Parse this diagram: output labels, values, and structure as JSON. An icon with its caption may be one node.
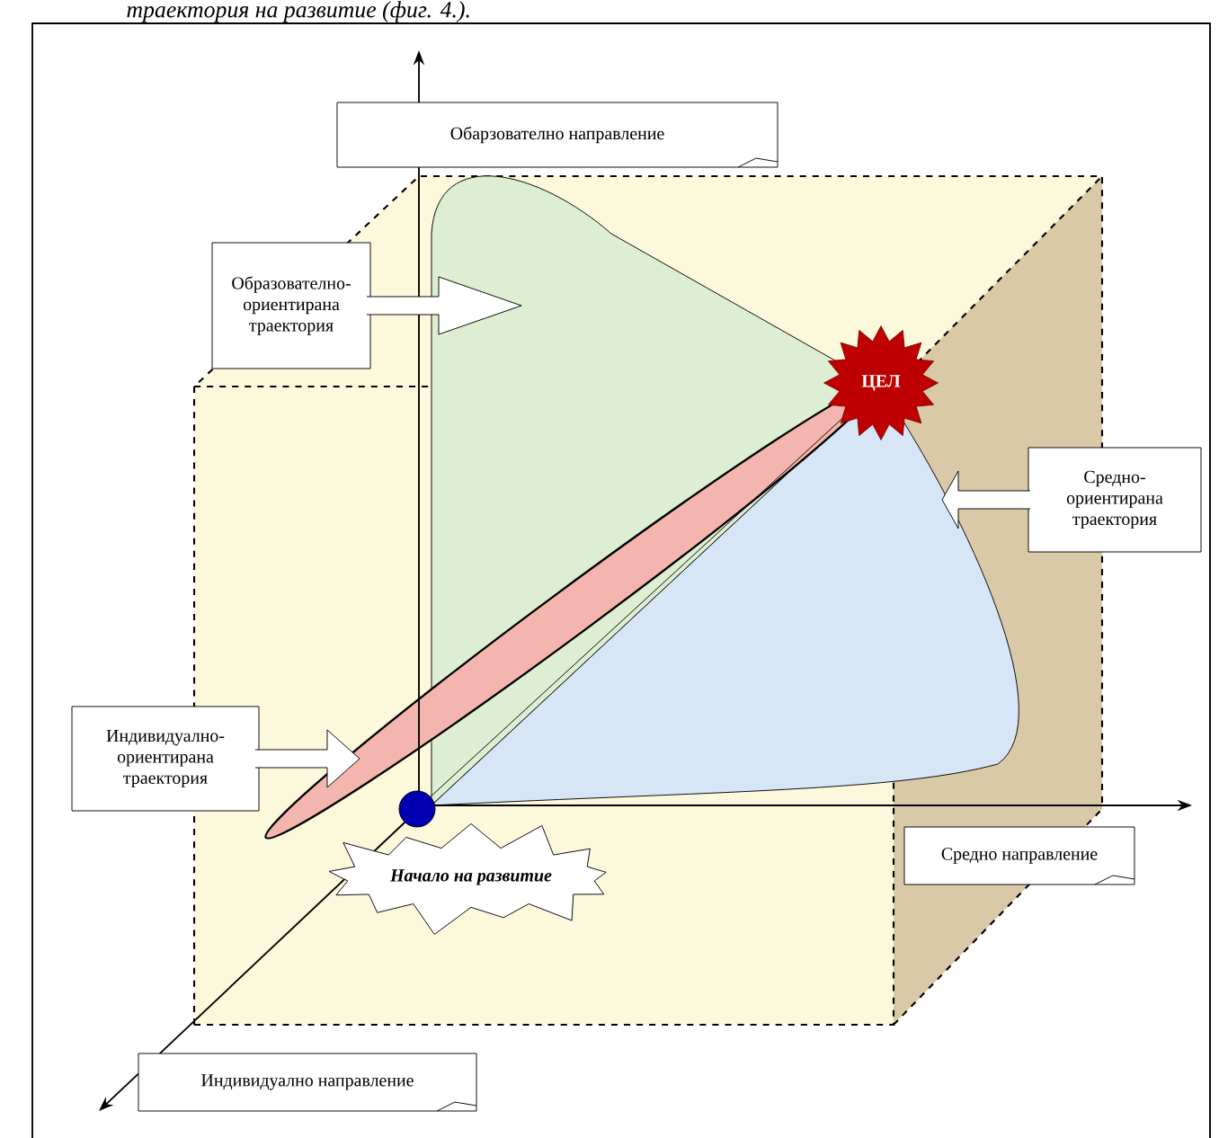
{
  "diagram": {
    "nodes": [
      {
        "text": [
          "Обарзователно направление"
        ]
      },
      {
        "text": [
          "Образователно-ориентирана траектория"
        ]
      },
      {
        "text": [
          "ЦЕЛ"
        ]
      },
      {
        "text": [
          "Средно-ориентирана траектория"
        ]
      },
      {
        "text": [
          "Индивидуално-ориентирана траектория"
        ]
      },
      {
        "text": [],
        "shape": "circle"
      },
      {
        "text": [
          "Начало на развитие"
        ]
      },
      {
        "text": [
          "Средно направление"
        ]
      },
      {
        "text": [
          "Индивидуално направление"
        ]
      }
    ],
    "edges": [
      {
        "from": 5,
        "to": 2,
        "arrow": "none"
      }
    ],
    "labels": [
      "траектория на развитие (фиг. 4.)."
    ]
  }
}
